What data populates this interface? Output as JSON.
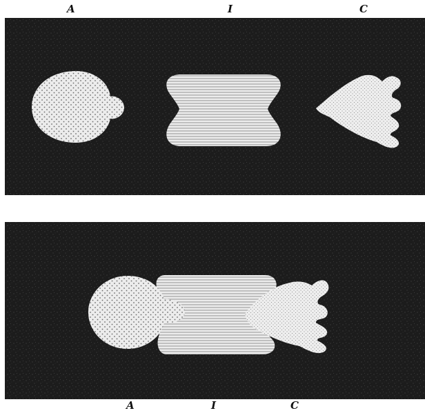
{
  "top_panel": {
    "labels": {
      "a": "A",
      "i": "I",
      "c": "C"
    }
  },
  "bottom_panel": {
    "labels": {
      "a": "A",
      "i": "I",
      "c": "C"
    }
  },
  "colors": {
    "background": "#1c1c1c",
    "shape_fill": "#ececec",
    "stipple": "#6a6a6a",
    "hatch": "#8a8a8a",
    "page": "#ffffff"
  }
}
